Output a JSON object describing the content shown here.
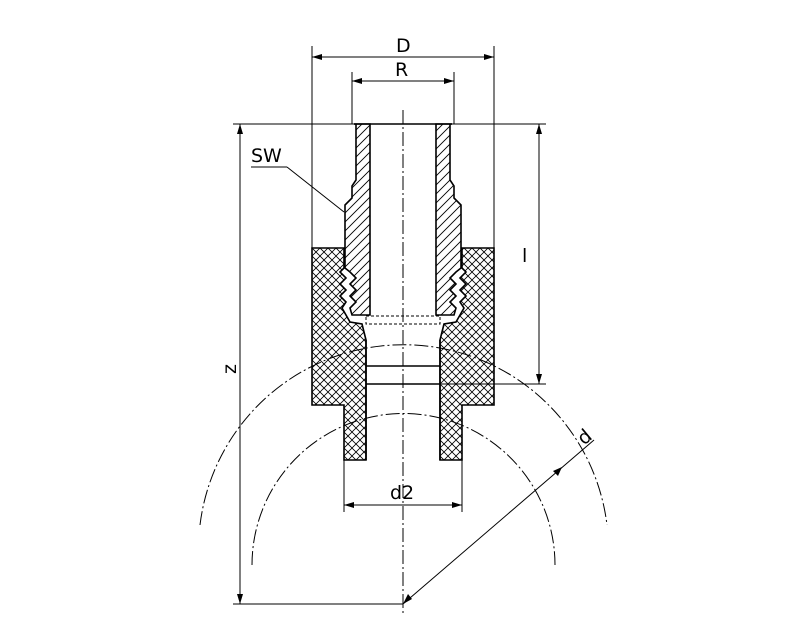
{
  "labels": {
    "D": "D",
    "R": "R",
    "SW": "SW",
    "l": "l",
    "z": "z",
    "d2": "d2",
    "d": "d"
  }
}
